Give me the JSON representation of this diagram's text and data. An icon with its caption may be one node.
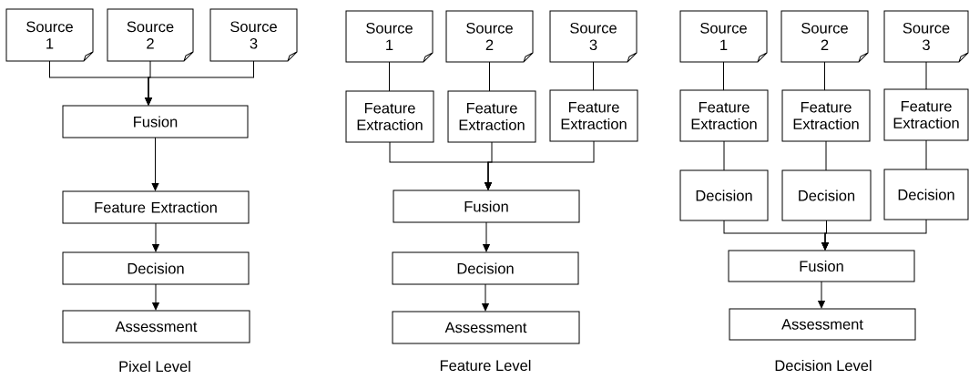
{
  "diagram": {
    "nodes": [
      {
        "text": [
          "Source 1"
        ]
      },
      {
        "text": [
          "Source 2"
        ]
      },
      {
        "text": [
          "Source 3"
        ]
      },
      {
        "text": [
          "Fusion"
        ]
      },
      {
        "text": [
          "Feature Extraction"
        ]
      },
      {
        "text": [
          "Decision"
        ]
      },
      {
        "text": [
          "Assessment"
        ]
      },
      {
        "text": [
          "Source 1"
        ]
      },
      {
        "text": [
          "Source 2"
        ]
      },
      {
        "text": [
          "Source 3"
        ]
      },
      {
        "text": [
          "Feature Extraction"
        ]
      },
      {
        "text": [
          "Feature Extraction"
        ]
      },
      {
        "text": [
          "Feature Extraction"
        ]
      },
      {
        "text": [
          "Fusion"
        ]
      },
      {
        "text": [
          "Decision"
        ]
      },
      {
        "text": [
          "Assessment"
        ]
      },
      {
        "text": [
          "Source 1"
        ]
      },
      {
        "text": [
          "Source 2"
        ]
      },
      {
        "text": [
          "Source 3"
        ]
      },
      {
        "text": [
          "Feature Extraction"
        ]
      },
      {
        "text": [
          "Feature Extraction"
        ]
      },
      {
        "text": [
          "Feature Extraction"
        ]
      },
      {
        "text": [
          "Decision"
        ]
      },
      {
        "text": [
          "Decision"
        ]
      },
      {
        "text": [
          "Decision"
        ]
      },
      {
        "text": [
          "Fusion"
        ]
      },
      {
        "text": [
          "Assessment"
        ]
      }
    ],
    "edges": [
      {
        "from": 0,
        "to": 3,
        "arrow": "to"
      },
      {
        "from": 1,
        "to": 3,
        "arrow": "to"
      },
      {
        "from": 2,
        "to": 3,
        "arrow": "to"
      },
      {
        "from": 3,
        "to": 4,
        "arrow": "to"
      },
      {
        "from": 4,
        "to": 5,
        "arrow": "to"
      },
      {
        "from": 5,
        "to": 6,
        "arrow": "to"
      },
      {
        "from": 7,
        "to": 10,
        "arrow": "none"
      },
      {
        "from": 8,
        "to": 11,
        "arrow": "none"
      },
      {
        "from": 9,
        "to": 12,
        "arrow": "none"
      },
      {
        "from": 10,
        "to": 13,
        "arrow": "to"
      },
      {
        "from": 11,
        "to": 13,
        "arrow": "to"
      },
      {
        "from": 12,
        "to": 13,
        "arrow": "to"
      },
      {
        "from": 13,
        "to": 14,
        "arrow": "to"
      },
      {
        "from": 14,
        "to": 15,
        "arrow": "to"
      },
      {
        "from": 16,
        "to": 19,
        "arrow": "none"
      },
      {
        "from": 17,
        "to": 20,
        "arrow": "none"
      },
      {
        "from": 18,
        "to": 21,
        "arrow": "none"
      },
      {
        "from": 19,
        "to": 22,
        "arrow": "none"
      },
      {
        "from": 20,
        "to": 23,
        "arrow": "none"
      },
      {
        "from": 21,
        "to": 24,
        "arrow": "none"
      },
      {
        "from": 22,
        "to": 25,
        "arrow": "to"
      },
      {
        "from": 23,
        "to": 25,
        "arrow": "to"
      },
      {
        "from": 24,
        "to": 25,
        "arrow": "to"
      },
      {
        "from": 25,
        "to": 26,
        "arrow": "to"
      }
    ],
    "labels": [
      "Pixel Level",
      "Feature Level",
      "Decision Level"
    ]
  }
}
